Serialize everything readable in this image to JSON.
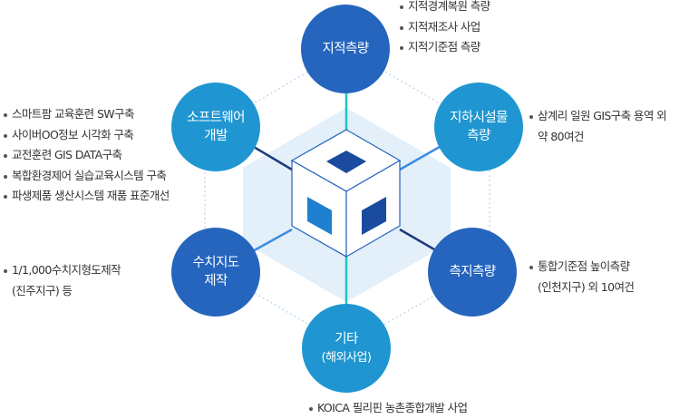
{
  "hub": {
    "top": {
      "line1": "지적측량",
      "items": [
        "지적경계복원 측량",
        "지적재조사 사업",
        "지적기준점 측량"
      ]
    },
    "upper_right": {
      "line1": "지하시설물",
      "line2": "측량",
      "items": [
        "삼계리 일원 GIS구축 용역 외",
        "약 80여건"
      ]
    },
    "lower_right": {
      "line1": "측지측량",
      "items": [
        "통합기준점 높이측량",
        "(인천지구) 외 10여건"
      ]
    },
    "bottom": {
      "line1": "기타",
      "line2": "(해외사업)",
      "items": [
        "KOICA 필리핀 농촌종합개발 사업"
      ]
    },
    "lower_left": {
      "line1": "수치지도",
      "line2": "제작",
      "items": [
        "1/1,000수치지형도제작",
        "(진주지구) 등"
      ]
    },
    "upper_left": {
      "line1": "소프트웨어",
      "line2": "개발",
      "items": [
        "스마트팜 교육훈련 SW구축",
        "사이버OO정보 시각화 구축",
        "교전훈련 GIS DATA구축",
        "복합환경제어 실습교육시스템 구축",
        "파생제품 생산시스템 재품 표준개선"
      ]
    }
  },
  "colors": {
    "dark_blue": "#2565be",
    "light_blue": "#1f96d1",
    "teal": "#1cc7c1",
    "navy": "#1c3b7a",
    "hexagon_fill": "#e3eff9",
    "hexagon_outline": "#b9d6ee"
  }
}
